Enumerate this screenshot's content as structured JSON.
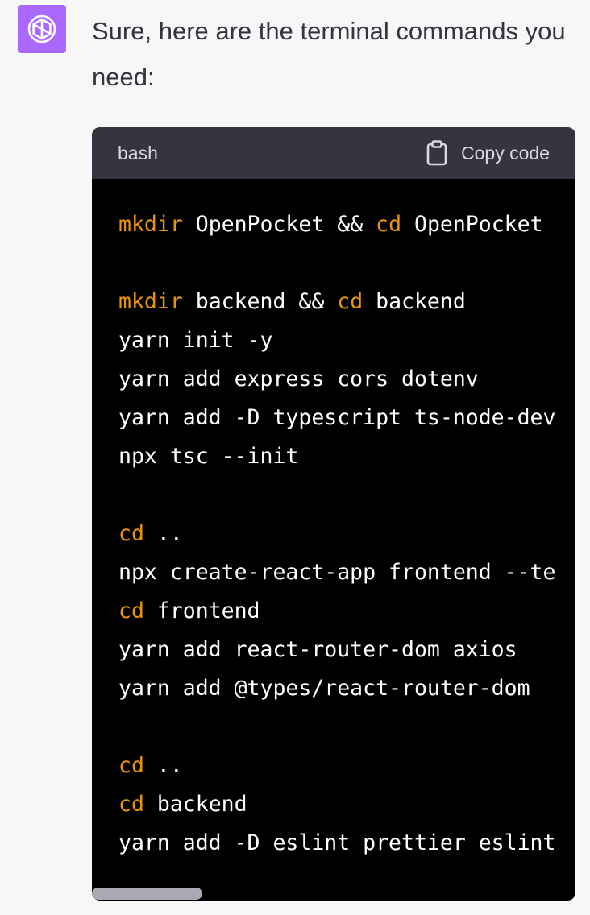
{
  "message": {
    "intro_text": "Sure, here are the terminal commands you need:"
  },
  "code_block": {
    "language": "bash",
    "copy_label": "Copy code",
    "lines": [
      {
        "parts": [
          {
            "text": "mkdir",
            "kw": true
          },
          {
            "text": " OpenPocket && ",
            "kw": false
          },
          {
            "text": "cd",
            "kw": true
          },
          {
            "text": " OpenPocket",
            "kw": false
          }
        ]
      },
      {
        "parts": []
      },
      {
        "parts": [
          {
            "text": "mkdir",
            "kw": true
          },
          {
            "text": " backend && ",
            "kw": false
          },
          {
            "text": "cd",
            "kw": true
          },
          {
            "text": " backend",
            "kw": false
          }
        ]
      },
      {
        "parts": [
          {
            "text": "yarn init -y",
            "kw": false
          }
        ]
      },
      {
        "parts": [
          {
            "text": "yarn add express cors dotenv",
            "kw": false
          }
        ]
      },
      {
        "parts": [
          {
            "text": "yarn add -D typescript ts-node-dev",
            "kw": false
          }
        ]
      },
      {
        "parts": [
          {
            "text": "npx tsc --init",
            "kw": false
          }
        ]
      },
      {
        "parts": []
      },
      {
        "parts": [
          {
            "text": "cd",
            "kw": true
          },
          {
            "text": " ..",
            "kw": false
          }
        ]
      },
      {
        "parts": [
          {
            "text": "npx create-react-app frontend --te",
            "kw": false
          }
        ]
      },
      {
        "parts": [
          {
            "text": "cd",
            "kw": true
          },
          {
            "text": " frontend",
            "kw": false
          }
        ]
      },
      {
        "parts": [
          {
            "text": "yarn add react-router-dom axios",
            "kw": false
          }
        ]
      },
      {
        "parts": [
          {
            "text": "yarn add @types/react-router-dom",
            "kw": false
          }
        ]
      },
      {
        "parts": []
      },
      {
        "parts": [
          {
            "text": "cd",
            "kw": true
          },
          {
            "text": " ..",
            "kw": false
          }
        ]
      },
      {
        "parts": [
          {
            "text": "cd",
            "kw": true
          },
          {
            "text": " backend",
            "kw": false
          }
        ]
      },
      {
        "parts": [
          {
            "text": "yarn add -D eslint prettier eslint",
            "kw": false
          }
        ]
      }
    ]
  },
  "icons": {
    "assistant_avatar": "openai-logo-icon",
    "copy": "clipboard-icon"
  },
  "colors": {
    "avatar_bg": "#ab68ff",
    "keyword": "#e9950c",
    "code_bg": "#000000",
    "header_bg": "#343541"
  }
}
